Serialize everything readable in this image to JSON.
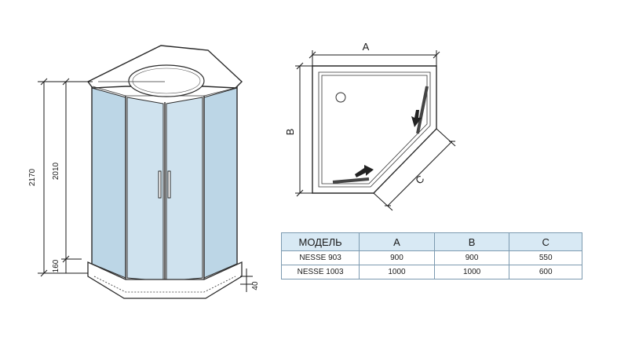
{
  "side_view": {
    "dims": {
      "total_height": "2170",
      "cabin_height": "2010",
      "tray_height": "160",
      "tray_lip": "40"
    }
  },
  "plan_view": {
    "labels": {
      "a": "A",
      "b": "B",
      "c": "C"
    }
  },
  "spec_table": {
    "headers": [
      "МОДЕЛЬ",
      "A",
      "B",
      "C"
    ],
    "rows": [
      {
        "model": "NESSE 903",
        "a": "900",
        "b": "900",
        "c": "550"
      },
      {
        "model": "NESSE 1003",
        "a": "1000",
        "b": "1000",
        "c": "600"
      }
    ]
  },
  "colors": {
    "glass": "#bcd6e6",
    "table_header_bg": "#d8e9f4",
    "table_border": "#7c9ab0"
  }
}
